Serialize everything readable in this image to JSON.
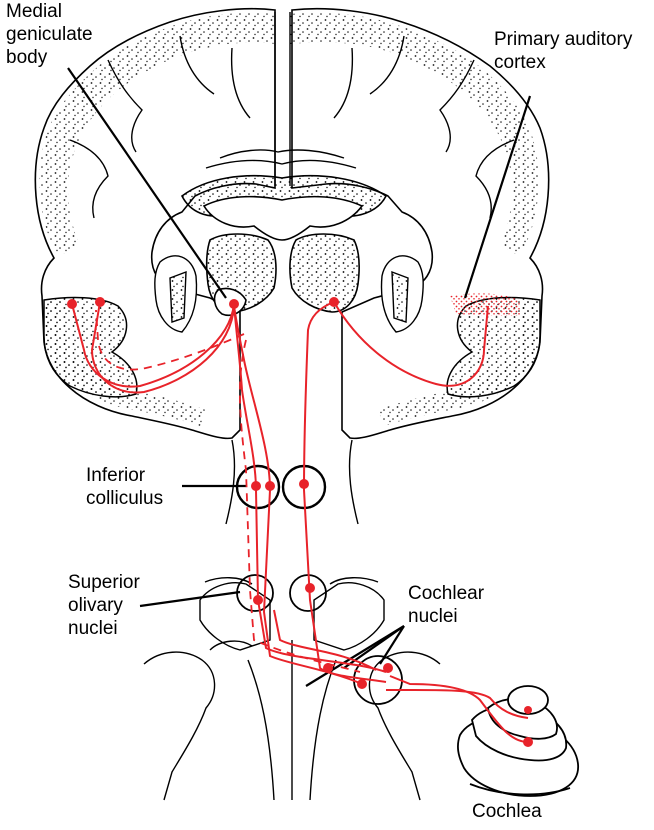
{
  "labels": {
    "medial_geniculate": "Medial\ngeniculate\nbody",
    "primary_auditory": "Primary auditory\ncortex",
    "inferior_colliculus": "Inferior\ncolliculus",
    "superior_olivary": "Superior\nolivary\nnuclei",
    "cochlear_nuclei": "Cochlear\nnuclei",
    "cochlea": "Cochlea"
  },
  "colors": {
    "pathway": "#e8232a",
    "outline": "#000000",
    "stipple": "#000000"
  }
}
